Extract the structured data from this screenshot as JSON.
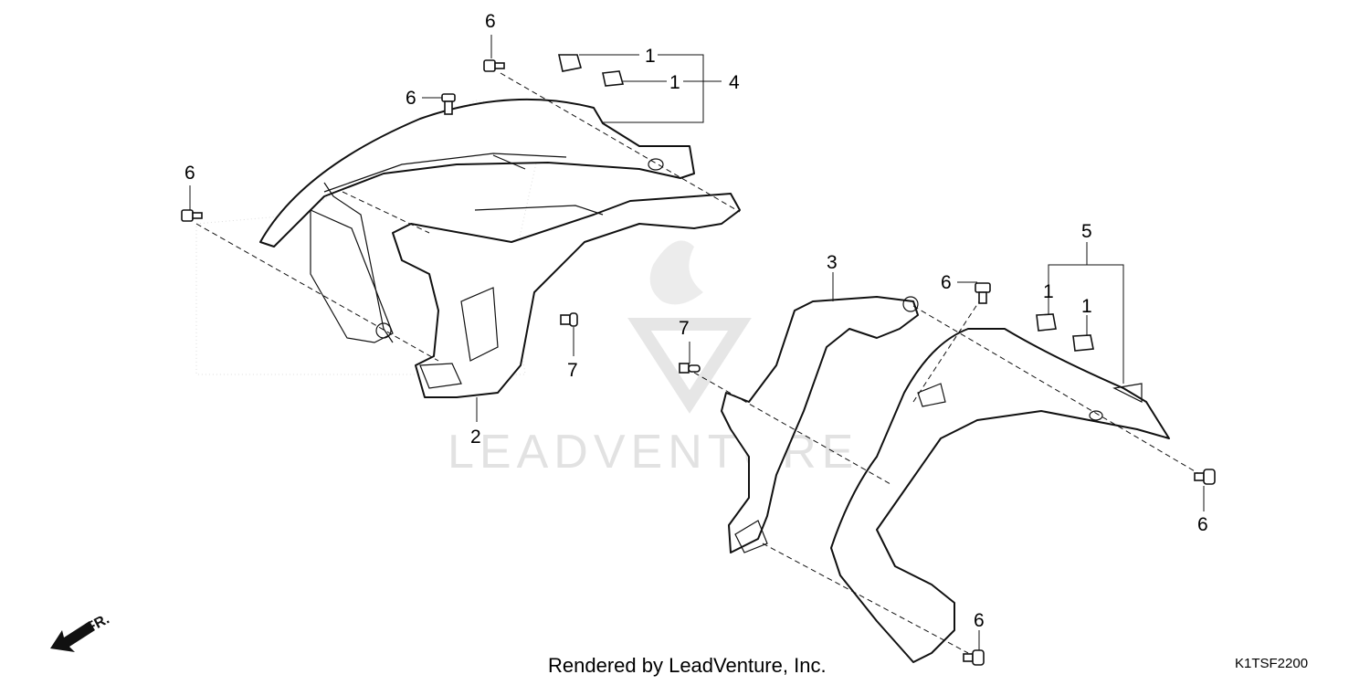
{
  "callouts": {
    "c1a": "1",
    "c1b": "1",
    "c1c": "1",
    "c1d": "1",
    "c2": "2",
    "c3": "3",
    "c4": "4",
    "c5": "5",
    "c6a": "6",
    "c6b": "6",
    "c6c": "6",
    "c6d": "6",
    "c6e": "6",
    "c6f": "6",
    "c7a": "7",
    "c7b": "7"
  },
  "front_marker": "FR.",
  "watermark": "LEADVENTURE",
  "footer": {
    "credit": "Rendered by LeadVenture, Inc.",
    "diagram_code": "K1TSF2200"
  },
  "colors": {
    "line": "#111111",
    "background": "#ffffff",
    "watermark": "#e2e2e2"
  }
}
